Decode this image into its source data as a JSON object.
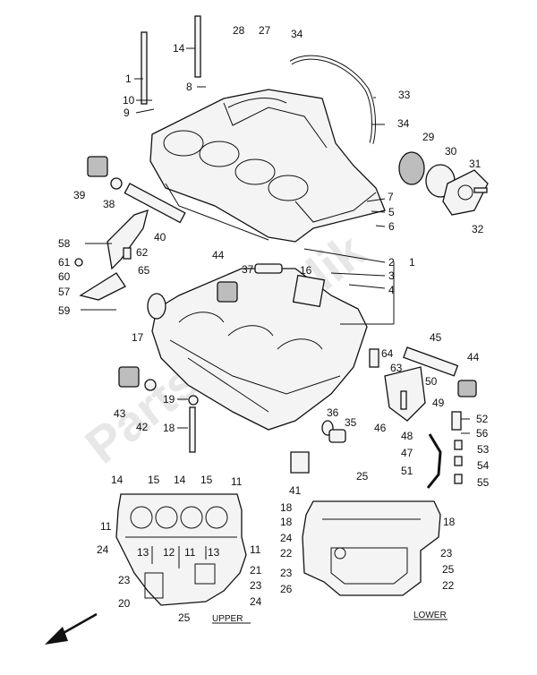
{
  "watermark": "PartsRepublik",
  "captions": {
    "upper": "UPPER",
    "lower": "LOWER"
  },
  "callouts": [
    "1",
    "2",
    "3",
    "4",
    "5",
    "6",
    "7",
    "8",
    "9",
    "10",
    "14",
    "16",
    "17",
    "18",
    "19",
    "25",
    "26",
    "27",
    "28",
    "29",
    "30",
    "31",
    "32",
    "33",
    "34",
    "35",
    "36",
    "37",
    "38",
    "39",
    "40",
    "41",
    "42",
    "43",
    "44",
    "45",
    "46",
    "47",
    "48",
    "49",
    "50",
    "51",
    "52",
    "53",
    "54",
    "55",
    "56",
    "57",
    "58",
    "59",
    "60",
    "61",
    "62",
    "63",
    "64",
    "65",
    "11",
    "12",
    "13",
    "15",
    "20",
    "21",
    "22",
    "23",
    "24"
  ],
  "labels": {
    "l1a": "1",
    "l14a": "14",
    "l28": "28",
    "l27": "27",
    "l34a": "34",
    "l8": "8",
    "l10": "10",
    "l9": "9",
    "l33": "33",
    "l34b": "34",
    "l29": "29",
    "l30": "30",
    "l31": "31",
    "l39": "39",
    "l38": "38",
    "l32": "32",
    "l7": "7",
    "l5": "5",
    "l6": "6",
    "l58": "58",
    "l40": "40",
    "l62": "62",
    "l61": "61",
    "l60": "60",
    "l57": "57",
    "l65": "65",
    "l44a": "44",
    "l37": "37",
    "l16": "16",
    "l2": "2",
    "l1b": "1",
    "l3": "3",
    "l4": "4",
    "l59": "59",
    "l17": "17",
    "l45": "45",
    "l64": "64",
    "l63": "63",
    "l44b": "44",
    "l50": "50",
    "l43": "43",
    "l42": "42",
    "l19": "19",
    "l18a": "18",
    "l49": "49",
    "l36": "36",
    "l35": "35",
    "l52": "52",
    "l56": "56",
    "l46": "46",
    "l48": "48",
    "l53": "53",
    "l47": "47",
    "l54": "54",
    "l51": "51",
    "l55": "55",
    "l41": "41",
    "u14a": "14",
    "u15a": "15",
    "u14b": "14",
    "u15b": "15",
    "u11a": "11",
    "u11b": "11",
    "u24a": "24",
    "u13a": "13",
    "u12": "12",
    "u11c": "11",
    "u13b": "13",
    "u11d": "11",
    "u21": "21",
    "u23a": "23",
    "u23b": "23",
    "u20": "20",
    "u24b": "24",
    "u25": "25",
    "w25": "25",
    "w18a": "18",
    "w18b": "18",
    "w18c": "18",
    "w24": "24",
    "w22a": "22",
    "w23a": "23",
    "w23b": "23",
    "w26": "26",
    "w25b": "25",
    "w22b": "22"
  }
}
